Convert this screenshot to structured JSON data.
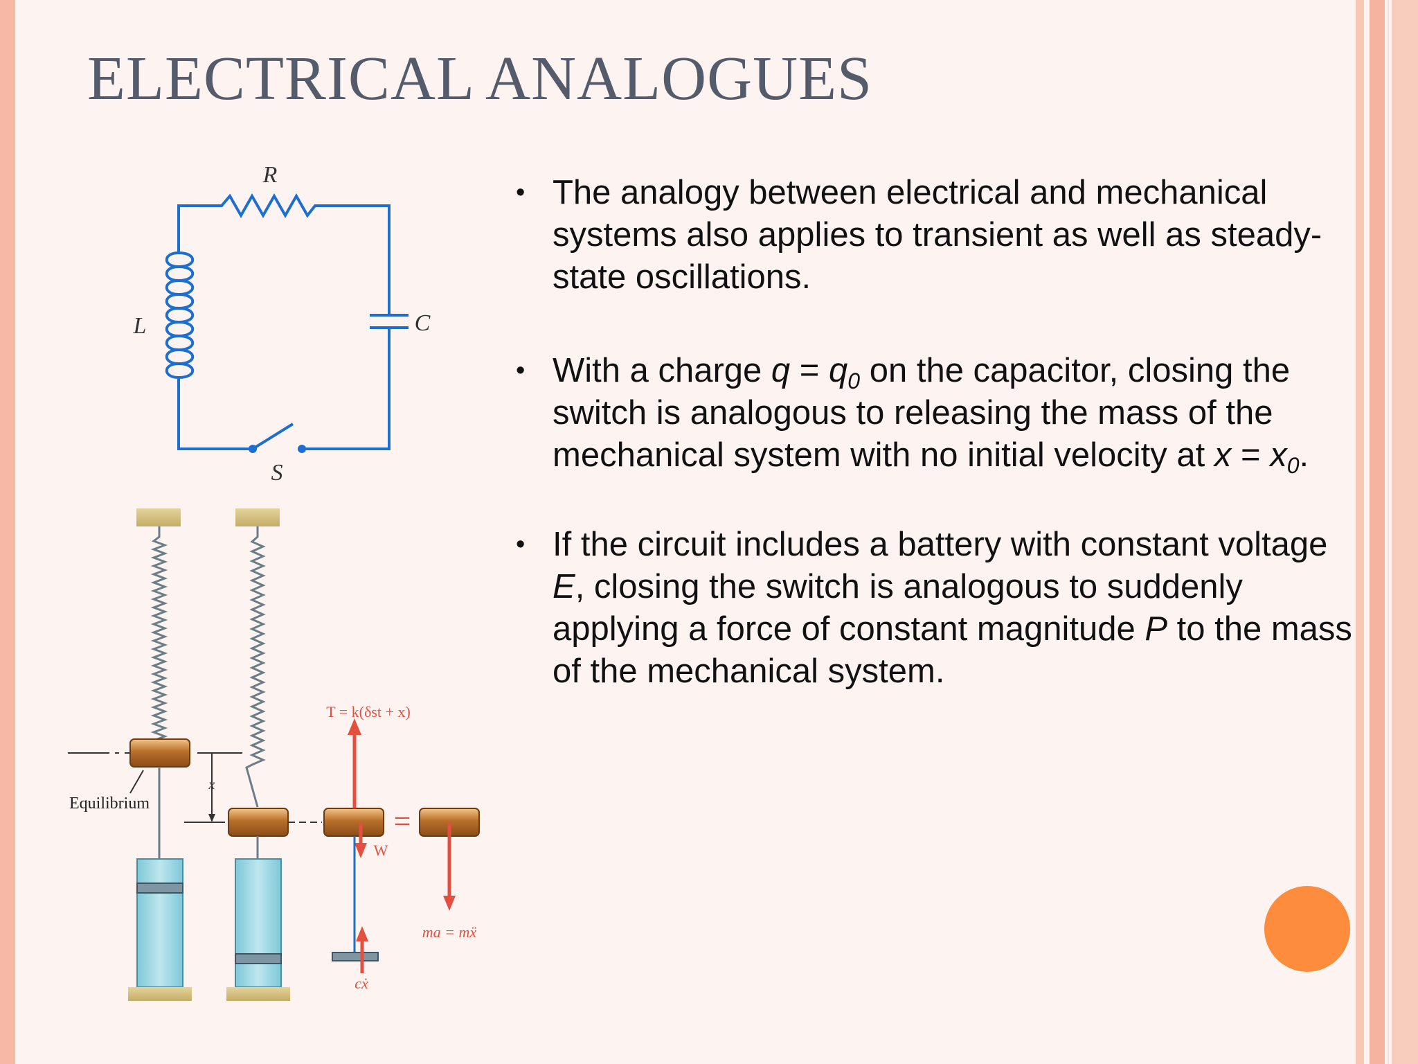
{
  "slide": {
    "title": "ELECTRICAL ANALOGUES"
  },
  "figure": {
    "circuit": {
      "label_R": "R",
      "label_L": "L",
      "label_C": "C",
      "label_S": "S"
    },
    "mechanical": {
      "label_equilibrium": "Equilibrium",
      "label_x": "x",
      "label_T": "T = k(δst + x)",
      "label_W": "W",
      "label_ma": "ma = mẍ",
      "label_cx": "cẋ",
      "equals": "="
    }
  },
  "bullets": [
    {
      "text": "The analogy between electrical and mechanical systems also applies to transient as well as steady-state oscillations."
    },
    {
      "p1": "With a charge ",
      "q": "q",
      "eq1": " = ",
      "q0": "q",
      "q0_sub": "0",
      "p2": " on the capacitor, closing the switch is analogous to releasing the mass of the mechanical system with no initial velocity at ",
      "x": "x",
      "eq2": " = ",
      "x0": "x",
      "x0_sub": "0",
      "p3": "."
    },
    {
      "p1": "If the circuit includes a battery with constant voltage ",
      "E": "E",
      "p2": ", closing the switch is analogous to suddenly applying a force of constant magnitude ",
      "P": "P",
      "p3": " to the mass of the mechanical system."
    }
  ],
  "colors": {
    "accent_circle": "#fd8c3c",
    "title": "#545b6b",
    "wire": "#1c6fd1",
    "force_arrow": "#e4503f"
  }
}
